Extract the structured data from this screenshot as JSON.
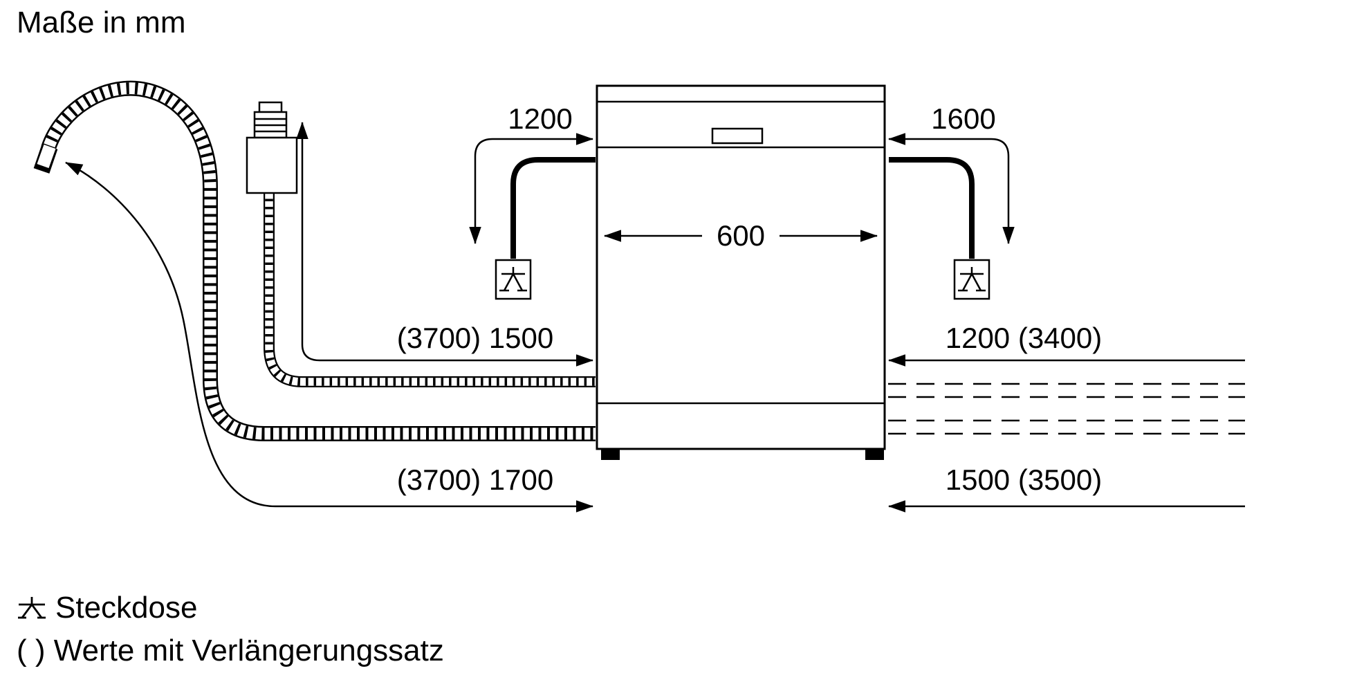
{
  "title": "Maße in mm",
  "colors": {
    "line": "#000000",
    "background": "#ffffff"
  },
  "dimensions": {
    "cable_left": "1200",
    "cable_right": "1600",
    "appliance_width": "600",
    "supply_hose": "(3700) 1500",
    "right_upper": "1200 (3400)",
    "drain_hose": "(3700) 1700",
    "right_lower": "1500 (3500)"
  },
  "legend": {
    "socket_label": "Steckdose",
    "note": "( ) Werte mit Verlängerungssatz"
  }
}
